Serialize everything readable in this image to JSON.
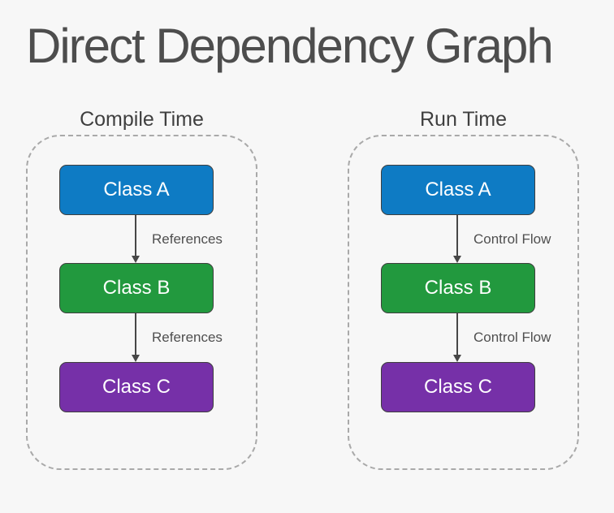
{
  "title": "Direct Dependency Graph",
  "colors": {
    "background": "#f7f7f7",
    "node_blue": "#0e7bc4",
    "node_green": "#22993e",
    "node_purple": "#7630a8",
    "node_border": "#3f3f3f",
    "frame_border": "#a9a9a9",
    "arrow": "#474747",
    "title_text": "#4d4d4d"
  },
  "sections": [
    {
      "label": "Compile Time",
      "nodes": [
        {
          "label": "Class A",
          "color": "#0e7bc4"
        },
        {
          "label": "Class B",
          "color": "#22993e"
        },
        {
          "label": "Class C",
          "color": "#7630a8"
        }
      ],
      "edges": [
        {
          "label": "References"
        },
        {
          "label": "References"
        }
      ]
    },
    {
      "label": "Run Time",
      "nodes": [
        {
          "label": "Class A",
          "color": "#0e7bc4"
        },
        {
          "label": "Class B",
          "color": "#22993e"
        },
        {
          "label": "Class C",
          "color": "#7630a8"
        }
      ],
      "edges": [
        {
          "label": "Control Flow"
        },
        {
          "label": "Control Flow"
        }
      ]
    }
  ]
}
